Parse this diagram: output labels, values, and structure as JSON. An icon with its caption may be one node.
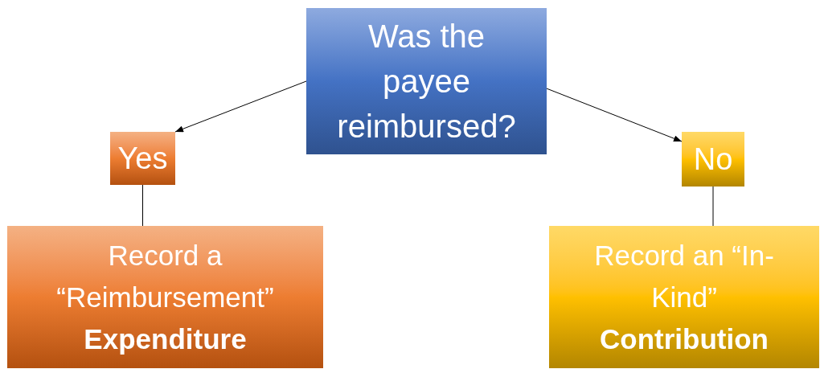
{
  "diagram": {
    "nodes": [
      {
        "text": [
          "Was the payee reimbursed?"
        ]
      },
      {
        "text": [
          "Yes"
        ]
      },
      {
        "text": [
          "No"
        ]
      },
      {
        "text": [
          "Record a “Reimbursement” **Expenditure**"
        ]
      },
      {
        "text": [
          "Record an “In-Kind” **Contribution**"
        ]
      }
    ],
    "edges": [
      {
        "from": 0,
        "to": 1,
        "arrow": "to"
      },
      {
        "from": 0,
        "to": 2,
        "arrow": "to"
      },
      {
        "from": 1,
        "to": 3,
        "arrow": "none"
      },
      {
        "from": 2,
        "to": 4,
        "arrow": "none"
      }
    ]
  }
}
